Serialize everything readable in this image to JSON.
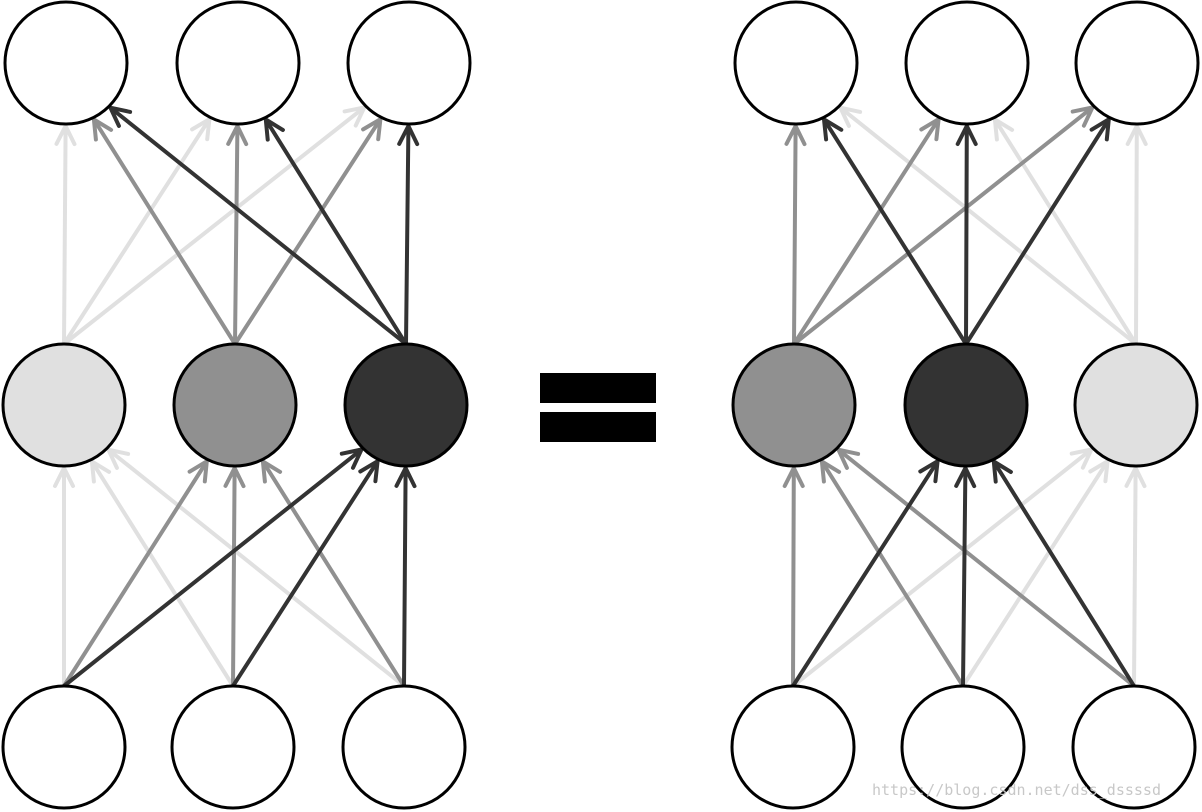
{
  "watermark": "https://blog.csdn.net/dss_dssssd",
  "colors": {
    "background": "#ffffff",
    "outline": "#000000",
    "shades": {
      "white": "#ffffff",
      "light": "#e0e0e0",
      "medium": "#909090",
      "dark": "#333333"
    }
  },
  "networks": [
    {
      "id": "left",
      "hidden_shades": [
        "light",
        "medium",
        "dark"
      ],
      "edges": [
        {
          "from": "input-1",
          "to": "hidden-1",
          "shade": "light"
        },
        {
          "from": "input-1",
          "to": "hidden-2",
          "shade": "medium"
        },
        {
          "from": "input-1",
          "to": "hidden-3",
          "shade": "dark"
        },
        {
          "from": "input-2",
          "to": "hidden-1",
          "shade": "light"
        },
        {
          "from": "input-2",
          "to": "hidden-2",
          "shade": "medium"
        },
        {
          "from": "input-2",
          "to": "hidden-3",
          "shade": "dark"
        },
        {
          "from": "input-3",
          "to": "hidden-1",
          "shade": "light"
        },
        {
          "from": "input-3",
          "to": "hidden-2",
          "shade": "medium"
        },
        {
          "from": "input-3",
          "to": "hidden-3",
          "shade": "dark"
        },
        {
          "from": "hidden-1",
          "to": "output-1",
          "shade": "light"
        },
        {
          "from": "hidden-1",
          "to": "output-2",
          "shade": "light"
        },
        {
          "from": "hidden-1",
          "to": "output-3",
          "shade": "light"
        },
        {
          "from": "hidden-2",
          "to": "output-1",
          "shade": "medium"
        },
        {
          "from": "hidden-2",
          "to": "output-2",
          "shade": "medium"
        },
        {
          "from": "hidden-2",
          "to": "output-3",
          "shade": "medium"
        },
        {
          "from": "hidden-3",
          "to": "output-1",
          "shade": "dark"
        },
        {
          "from": "hidden-3",
          "to": "output-2",
          "shade": "dark"
        },
        {
          "from": "hidden-3",
          "to": "output-3",
          "shade": "dark"
        }
      ]
    },
    {
      "id": "right",
      "hidden_shades": [
        "medium",
        "dark",
        "light"
      ],
      "edges": [
        {
          "from": "input-1",
          "to": "hidden-1",
          "shade": "medium"
        },
        {
          "from": "input-1",
          "to": "hidden-2",
          "shade": "dark"
        },
        {
          "from": "input-1",
          "to": "hidden-3",
          "shade": "light"
        },
        {
          "from": "input-2",
          "to": "hidden-1",
          "shade": "medium"
        },
        {
          "from": "input-2",
          "to": "hidden-2",
          "shade": "dark"
        },
        {
          "from": "input-2",
          "to": "hidden-3",
          "shade": "light"
        },
        {
          "from": "input-3",
          "to": "hidden-1",
          "shade": "medium"
        },
        {
          "from": "input-3",
          "to": "hidden-2",
          "shade": "dark"
        },
        {
          "from": "input-3",
          "to": "hidden-3",
          "shade": "light"
        },
        {
          "from": "hidden-1",
          "to": "output-1",
          "shade": "medium"
        },
        {
          "from": "hidden-1",
          "to": "output-2",
          "shade": "medium"
        },
        {
          "from": "hidden-1",
          "to": "output-3",
          "shade": "medium"
        },
        {
          "from": "hidden-2",
          "to": "output-1",
          "shade": "dark"
        },
        {
          "from": "hidden-2",
          "to": "output-2",
          "shade": "dark"
        },
        {
          "from": "hidden-2",
          "to": "output-3",
          "shade": "dark"
        },
        {
          "from": "hidden-3",
          "to": "output-1",
          "shade": "light"
        },
        {
          "from": "hidden-3",
          "to": "output-2",
          "shade": "light"
        },
        {
          "from": "hidden-3",
          "to": "output-3",
          "shade": "light"
        }
      ]
    }
  ]
}
